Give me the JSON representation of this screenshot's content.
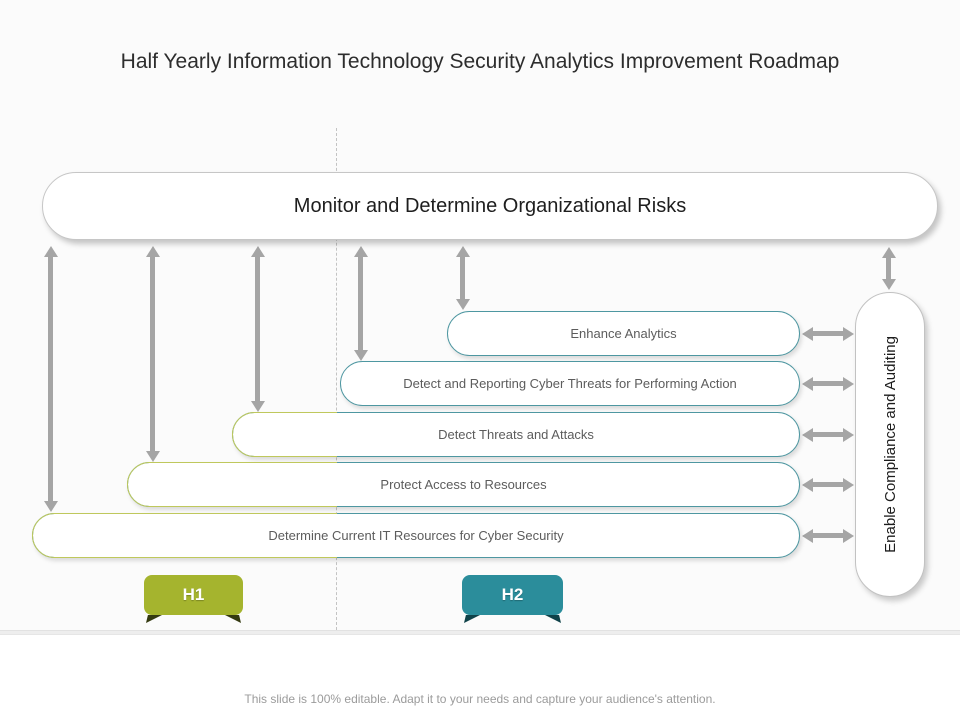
{
  "title": "Half Yearly Information Technology Security Analytics Improvement Roadmap",
  "top_banner": "Monitor and Determine Organizational Risks",
  "rows": [
    {
      "label": "Enhance Analytics"
    },
    {
      "label": "Detect and Reporting Cyber Threats for Performing Action"
    },
    {
      "label": "Detect Threats and Attacks"
    },
    {
      "label": "Protect Access to Resources"
    },
    {
      "label": "Determine Current IT Resources for Cyber Security"
    }
  ],
  "side_banner": "Enable Compliance and Auditing",
  "periods": [
    {
      "label": "H1",
      "color": "#a5b42e"
    },
    {
      "label": "H2",
      "color": "#2b8d9b"
    }
  ],
  "footer": "This slide is 100% editable. Adapt it to your needs and capture your audience's attention.",
  "colors": {
    "h1_olive": "#a5b42e",
    "h2_teal": "#2b8d9b",
    "row_border_teal": "#4e97a1",
    "row_border_olive": "#bfc85c",
    "arrow_gray": "#a5a5a5",
    "pill_border_gray": "#c6c6c6"
  }
}
